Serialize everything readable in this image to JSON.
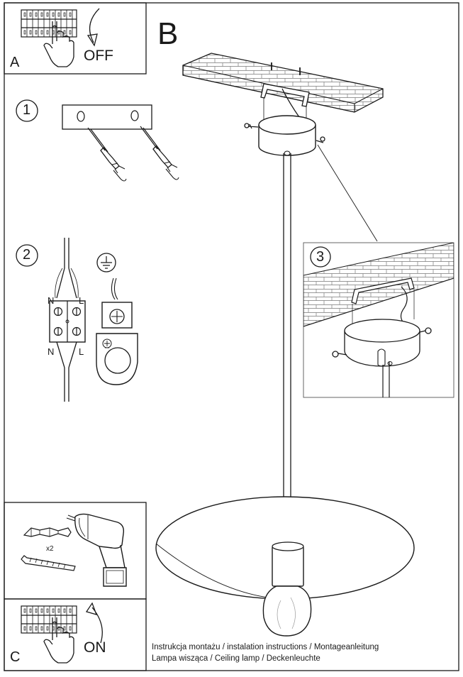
{
  "labels": {
    "panel_a": "A",
    "panel_b": "B",
    "panel_c": "C",
    "off": "OFF",
    "on": "ON",
    "step_1": "1",
    "step_2": "2",
    "step_3": "3",
    "neutral_top": "N",
    "live_top": "L",
    "neutral_bottom": "N",
    "live_bottom": "L",
    "quantity": "x2"
  },
  "caption": {
    "line1": "Instrukcja montażu / instalation instructions / Montageanleitung",
    "line2": "Lampa wisząca / Ceiling lamp  / Deckenleuchte"
  },
  "colors": {
    "ink": "#1a1a1a",
    "paper": "#ffffff"
  }
}
